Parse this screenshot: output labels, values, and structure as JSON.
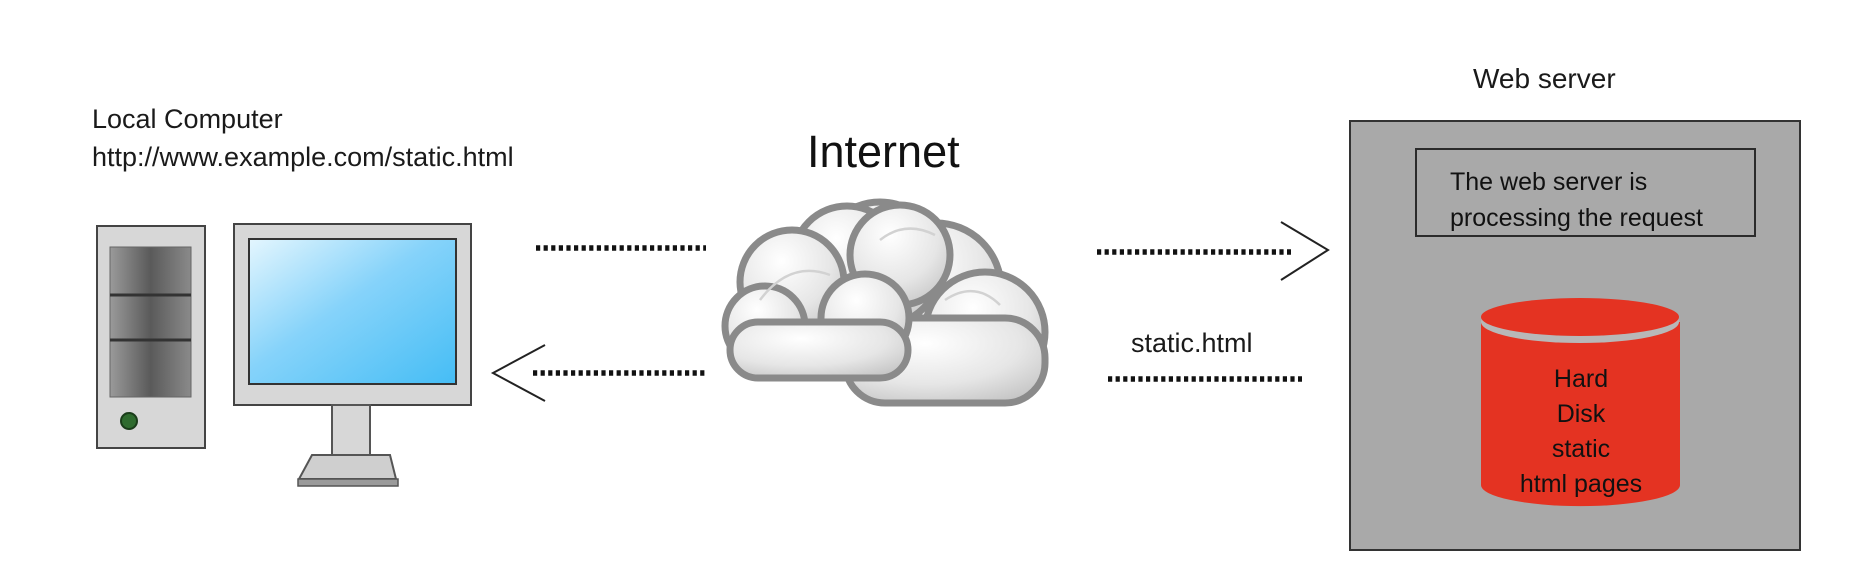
{
  "local_computer": {
    "title": "Local Computer",
    "url": "http://www.example.com/static.html"
  },
  "internet": {
    "title": "Internet"
  },
  "web_server": {
    "title": "Web server",
    "status_line1": "The web server is",
    "status_line2": "processing the request",
    "disk_lines": [
      "Hard",
      "Disk",
      "static",
      "html pages"
    ]
  },
  "response": {
    "label": "static.html"
  },
  "colors": {
    "server_bg": "#a9a9a9",
    "disk_red": "#e43322",
    "screen_blue": "#5bc6f7"
  }
}
